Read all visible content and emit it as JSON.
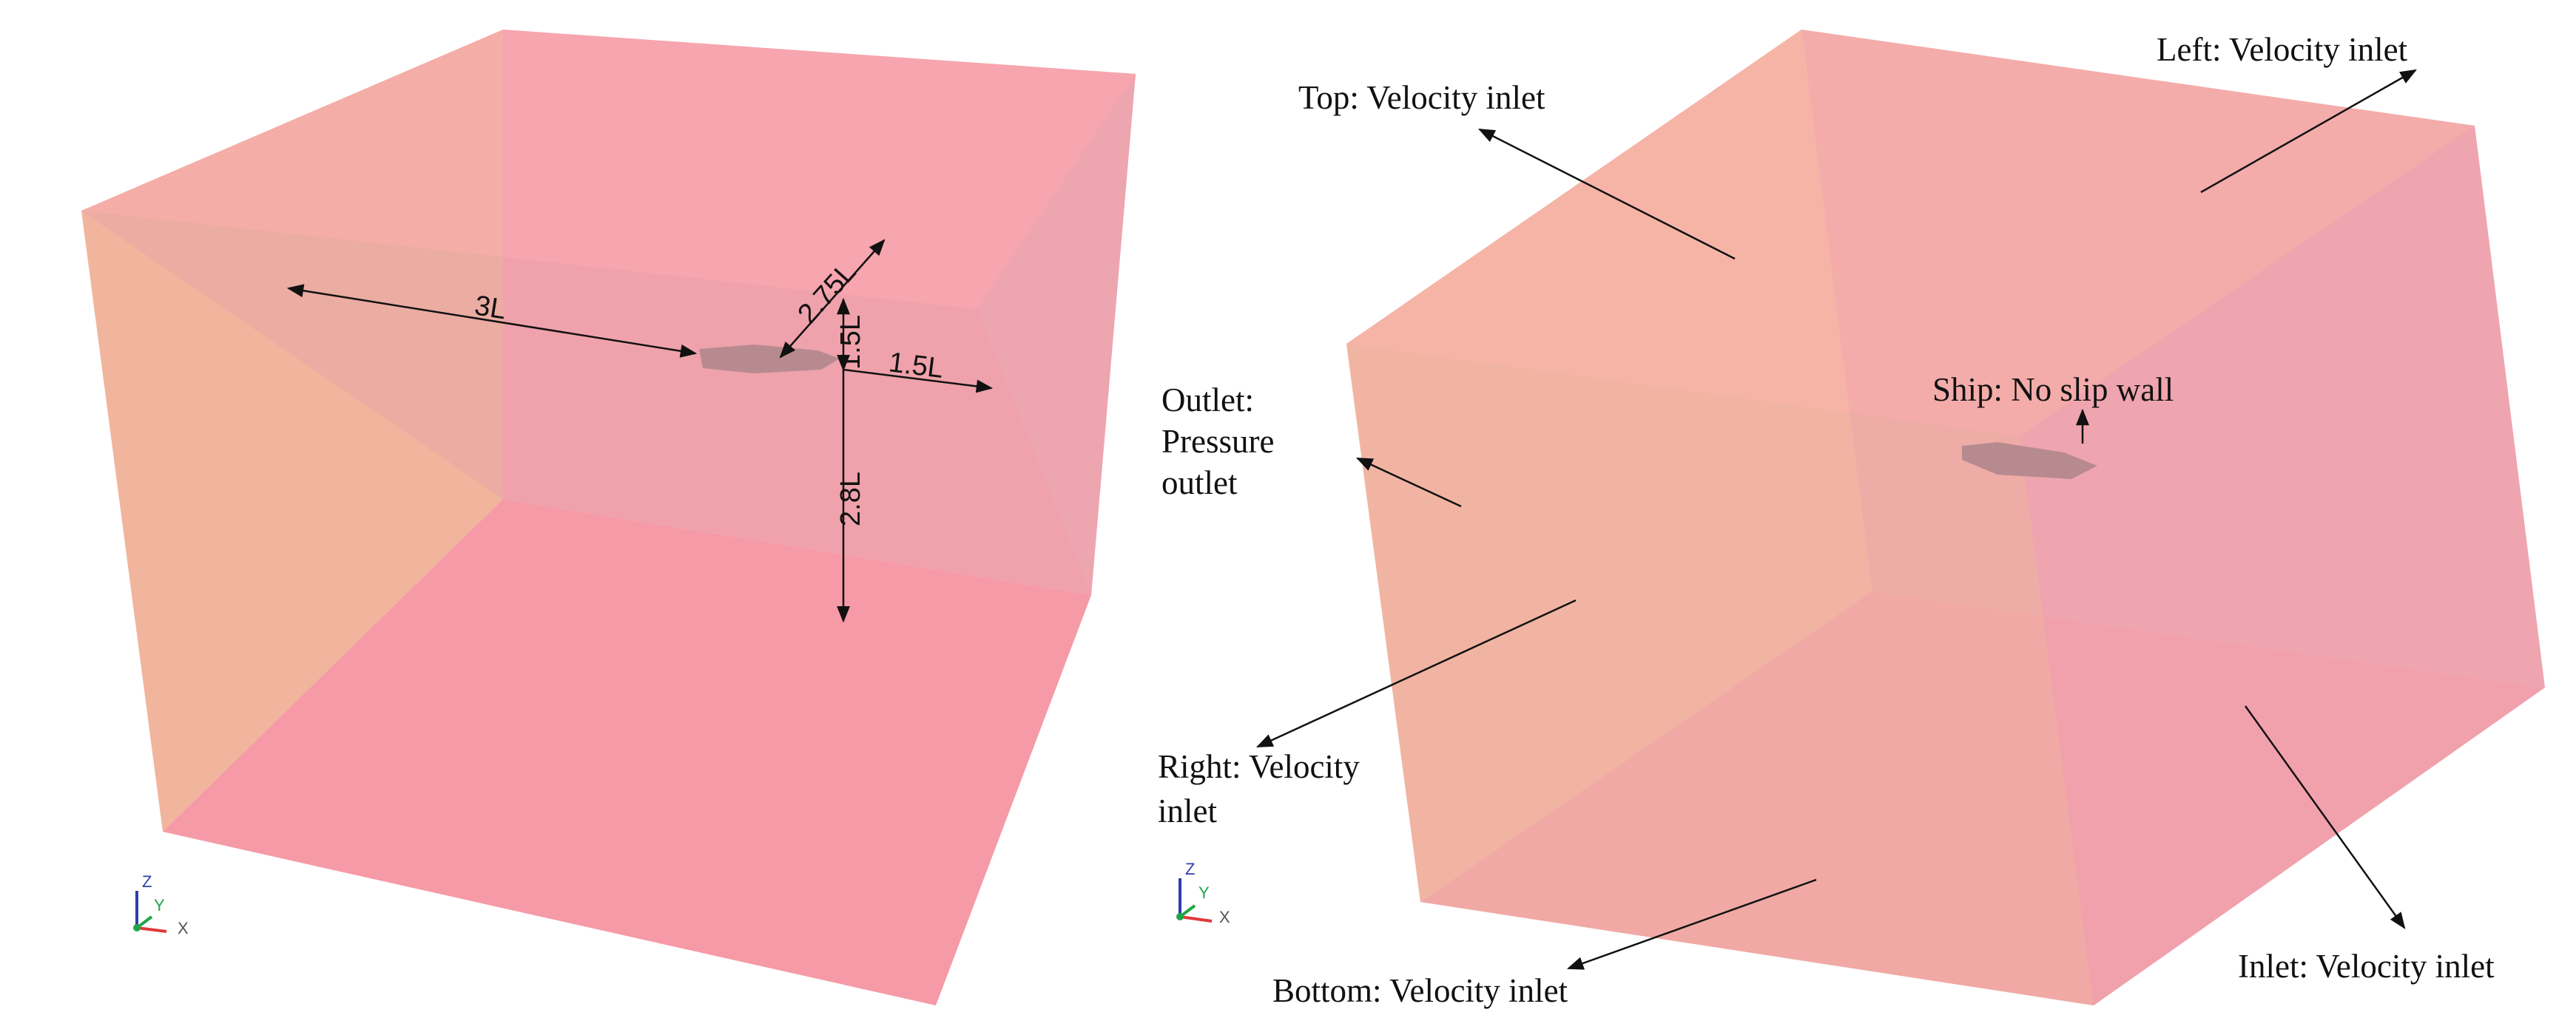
{
  "colors": {
    "face_orange": "#f5ba9c",
    "face_pink": "#f7a3ac",
    "face_mauve": "#e9a5ad",
    "floor_pink": "#f59aa6",
    "ship": "#b78a8f",
    "axis_x": "#e0393a",
    "axis_y": "#1fa64a",
    "axis_z": "#2d3eaa"
  },
  "left_panel": {
    "dimensions": {
      "d1": "3L",
      "d2": "2.75L",
      "d3": "1.5L",
      "d4": "1.5L",
      "d5": "2.8L"
    },
    "triad": {
      "z": "Z",
      "y": "Y",
      "x": "X"
    }
  },
  "right_panel": {
    "labels": {
      "top": "Top: Velocity inlet",
      "left": "Left: Velocity inlet",
      "outlet_1": "Outlet:",
      "outlet_2": "Pressure",
      "outlet_3": "outlet",
      "ship": "Ship: No slip wall",
      "right_1": "Right: Velocity",
      "right_2": "inlet",
      "bottom": "Bottom: Velocity inlet",
      "inlet": "Inlet: Velocity inlet"
    },
    "triad": {
      "z": "Z",
      "y": "Y",
      "x": "X"
    }
  }
}
